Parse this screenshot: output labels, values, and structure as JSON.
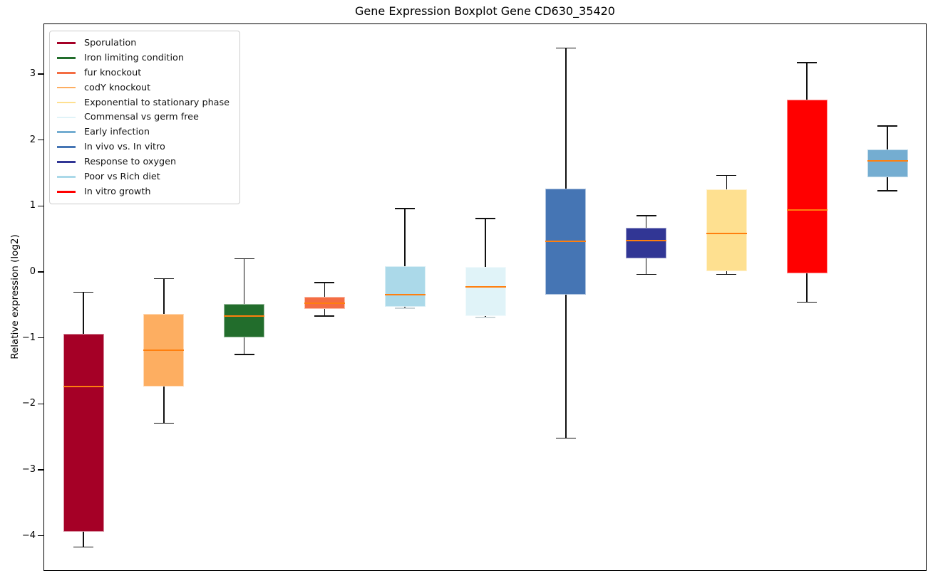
{
  "chart_data": {
    "type": "boxplot",
    "title": "Gene Expression Boxplot Gene CD630_35420",
    "ylabel": "Relative expression (log2)",
    "xlabel": "",
    "ylim": [
      -4.52,
      3.76
    ],
    "grid": false,
    "x_tick_labels_visible": false,
    "median_color": "#ff7f0e",
    "whisker_color": "#111111",
    "yticks": [
      {
        "value": 3,
        "label": "3"
      },
      {
        "value": 2,
        "label": "2"
      },
      {
        "value": 1,
        "label": "1"
      },
      {
        "value": 0,
        "label": "0"
      },
      {
        "value": -1,
        "label": "−1"
      },
      {
        "value": -2,
        "label": "−2"
      },
      {
        "value": -3,
        "label": "−3"
      },
      {
        "value": -4,
        "label": "−4"
      }
    ],
    "series": [
      {
        "label": "Sporulation",
        "color": "#a50026",
        "whisker_low": -4.17,
        "q1": -3.94,
        "median": -1.74,
        "q3": -0.94,
        "whisker_high": -0.31
      },
      {
        "label": "codY knockout",
        "color": "#fdae61",
        "whisker_low": -2.29,
        "q1": -1.74,
        "median": -1.19,
        "q3": -0.64,
        "whisker_high": -0.1
      },
      {
        "label": "Iron limiting condition",
        "color": "#226d2c",
        "whisker_low": -1.25,
        "q1": -0.99,
        "median": -0.67,
        "q3": -0.49,
        "whisker_high": 0.2
      },
      {
        "label": "fur knockout",
        "color": "#f46d43",
        "whisker_low": -0.67,
        "q1": -0.56,
        "median": -0.48,
        "q3": -0.38,
        "whisker_high": -0.16
      },
      {
        "label": "Poor vs Rich diet",
        "color": "#abd9e9",
        "whisker_low": -0.55,
        "q1": -0.53,
        "median": -0.35,
        "q3": 0.09,
        "whisker_high": 0.96,
        "cap_low_color": "#c9d3d7"
      },
      {
        "label": "Commensal vs germ free",
        "color": "#e0f3f8",
        "whisker_low": -0.69,
        "q1": -0.67,
        "median": -0.23,
        "q3": 0.08,
        "whisker_high": 0.81,
        "cap_low_color": "#cdd7da"
      },
      {
        "label": "In vivo vs. In vitro",
        "color": "#4575b4",
        "whisker_low": -2.52,
        "q1": -0.35,
        "median": 0.46,
        "q3": 1.26,
        "whisker_high": 3.39
      },
      {
        "label": "Response to oxygen",
        "color": "#313695",
        "whisker_low": -0.04,
        "q1": 0.21,
        "median": 0.47,
        "q3": 0.67,
        "whisker_high": 0.85
      },
      {
        "label": "Exponential to stationary phase",
        "color": "#fee090",
        "whisker_low": -0.04,
        "q1": 0.01,
        "median": 0.58,
        "q3": 1.25,
        "whisker_high": 1.46
      },
      {
        "label": "In vitro growth",
        "color": "#ff0000",
        "whisker_low": -0.46,
        "q1": -0.02,
        "median": 0.94,
        "q3": 2.61,
        "whisker_high": 3.17
      },
      {
        "label": "Early infection",
        "color": "#74add1",
        "whisker_low": 1.23,
        "q1": 1.43,
        "median": 1.68,
        "q3": 1.86,
        "whisker_high": 2.21
      }
    ],
    "legend": {
      "position": "upper left",
      "entries": [
        {
          "label": "Sporulation",
          "color": "#a50026"
        },
        {
          "label": "Iron limiting condition",
          "color": "#226d2c"
        },
        {
          "label": "fur knockout",
          "color": "#f46d43"
        },
        {
          "label": "codY knockout",
          "color": "#fdae61"
        },
        {
          "label": "Exponential to stationary phase",
          "color": "#fee090"
        },
        {
          "label": "Commensal vs germ free",
          "color": "#e0f3f8"
        },
        {
          "label": "Early infection",
          "color": "#74add1"
        },
        {
          "label": "In vivo vs. In vitro",
          "color": "#4575b4"
        },
        {
          "label": "Response to oxygen",
          "color": "#313695"
        },
        {
          "label": "Poor vs Rich diet",
          "color": "#abd9e9"
        },
        {
          "label": "In vitro growth",
          "color": "#ff0000"
        }
      ]
    }
  }
}
